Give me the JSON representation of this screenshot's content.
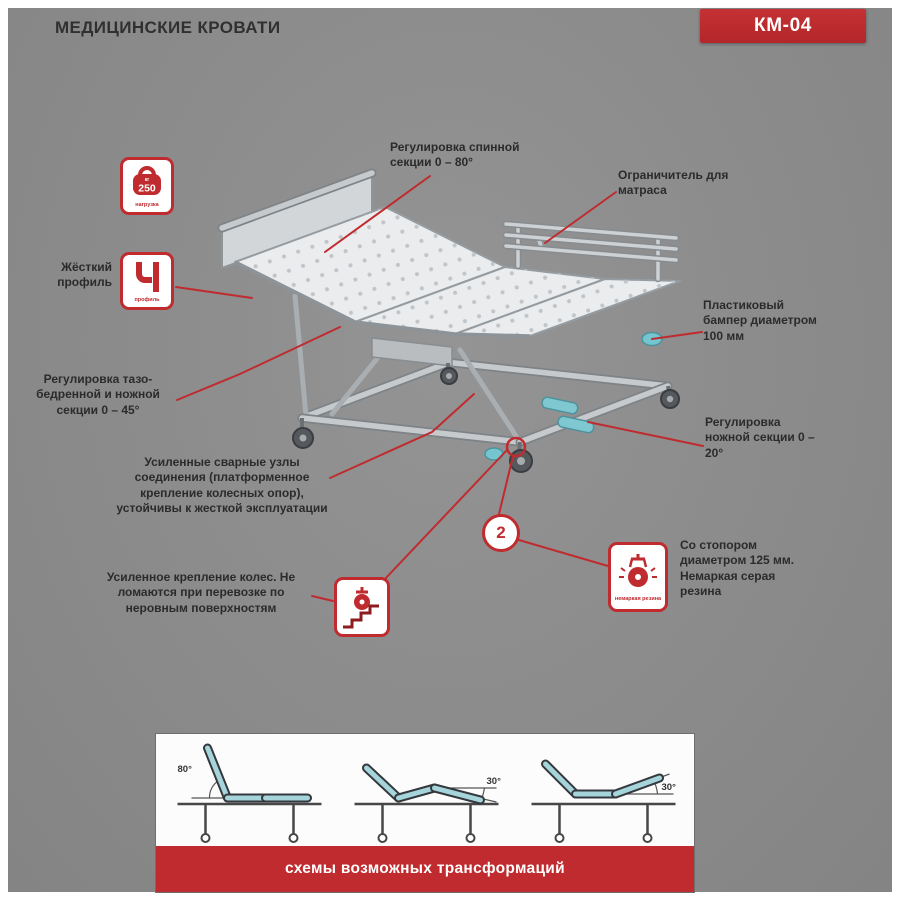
{
  "header": {
    "title": "МЕДИЦИНСКИЕ КРОВАТИ",
    "model": "КМ-04"
  },
  "labels": {
    "back_section": "Регулировка спинной секции 0 – 80°",
    "mattress_stop": "Ограничитель для матраса",
    "rigid_profile": "Жёсткий профиль",
    "hip_section": "Регулировка тазо-бедренной и ножной секции 0 – 45°",
    "bumper": "Пластиковый бампер диаметром 100 мм",
    "leg_section": "Регулировка ножной секции 0 – 20°",
    "welds": "Усиленные сварные узлы соединения (платформенное крепление колесных опор), устойчивы к жесткой эксплуатации",
    "wheels_mount": "Усиленное крепление колес. Не ломаются при перевозке по неровным поверхностям",
    "stopper": "Со стопором диаметром 125 мм. Немаркая серая резина"
  },
  "icons": {
    "max_load": {
      "name": "kettlebell-max-load-icon",
      "unit": "кг",
      "value": "250",
      "caption": "нагрузка"
    },
    "profile": {
      "name": "rigid-profile-icon",
      "caption": "профиль"
    },
    "stairs": {
      "name": "wheel-on-stairs-icon"
    },
    "stopper": {
      "name": "stopper-wheel-icon",
      "caption": "немаркая резина"
    }
  },
  "badges": {
    "wheel_count": "2"
  },
  "footer": {
    "banner": "схемы возможных трансформаций",
    "angles": [
      "80°",
      "30°",
      "30°"
    ]
  },
  "colors": {
    "accent": "#bf2b2e",
    "background": "#8d8d8d",
    "teal": "#7fc7d1"
  }
}
